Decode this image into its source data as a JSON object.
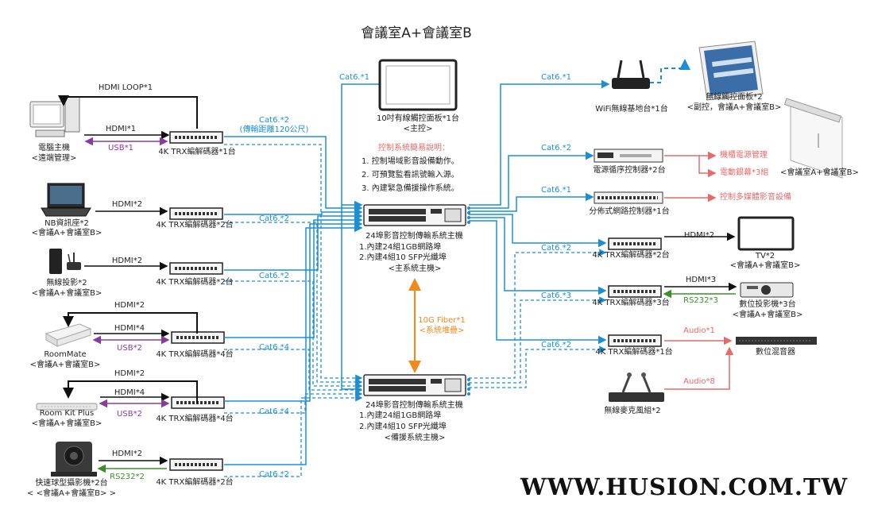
{
  "title": "會議室A+會議室B",
  "brand": "WWW.HUSION.COM.TW",
  "center": {
    "panel_label": "10吋有線觸控面板*1台",
    "panel_sub": "<主控>",
    "panel_cable": "Cat6.*1",
    "notes_title": "控制系統簡易說明：",
    "notes": [
      "1. 控制場域影音設備動作。",
      "2. 可預覽監看訊號輸入源。",
      "3. 內建緊急備援操作系統。"
    ],
    "main_title": "24埠影音控制傳輸系統主機",
    "main_l1": "1.內建24組1GB網路埠",
    "main_l2": "2.內建4組10 SFP光纖埠",
    "main_sub": "<主系統主機>",
    "backup_title": "24埠影音控制傳輸系統主機",
    "backup_l1": "1.內建24組1GB網路埠",
    "backup_l2": "2.內建4組10 SFP光纖埠",
    "backup_sub": "<備援系統主機>",
    "fiber_label": "10G Fiber*1",
    "fiber_sub": "<系統堆疊>"
  },
  "left": {
    "pc_label": "電腦主機",
    "pc_sub": "<遠端管理>",
    "hdmi_loop1": "HDMI LOOP*1",
    "pc_hdmi": "HDMI*1",
    "pc_usb": "USB*1",
    "enc1": "4K TRX編解碼器*1台",
    "cat_enc1": "Cat6.*2",
    "cat_enc1_note": "(傳輸距離120公尺)",
    "nb_label": "NB資訊座*2",
    "nb_sub": "<會議A+會議室B>",
    "nb_hdmi": "HDMI*2",
    "enc2": "4K TRX編解碼器*2台",
    "cat_enc2": "Cat6.*2",
    "proj_label": "無線投影*2",
    "proj_sub": "<會議A+會議室B>",
    "proj_hdmi": "HDMI*2",
    "enc3": "4K TRX編解碼器*2台",
    "cat_enc3": "Cat6.*2",
    "rm_hdmi_top": "HDMI*2",
    "rm_hdmi": "HDMI*4",
    "rm_usb": "USB*2",
    "rm_label": "RoomMate",
    "rm_sub": "<會議A+會議室B>",
    "enc4": "4K TRX編解碼器*4台",
    "cat_enc4": "Cat6.*4",
    "rk_hdmi_top": "HDMI*2",
    "rk_hdmi": "HDMI*4",
    "rk_usb": "USB*2",
    "rk_label": "Room Kit Plus",
    "rk_sub": "<會議A+會議室B>",
    "enc5": "4K TRX編解碼器*4台",
    "cat_enc5": "Cat6.*4",
    "cam_hdmi": "HDMI*2",
    "cam_rs": "RS232*2",
    "cam_label": "快速球型攝影機*2台",
    "cam_sub": "< <會議A+會議室B> >",
    "enc6": "4K TRX編解碼器*2台",
    "cat_enc6": "Cat6.*2"
  },
  "right": {
    "wifi_cat": "Cat6.*1",
    "wifi_label": "WiFi無線基地台*1台",
    "tablet_label": "無線觸控面板*2",
    "tablet_sub": "<副控，會議A+會議室B>",
    "power_cat": "Cat6.*2",
    "power_label": "電源循序控制器*2台",
    "power_out1": "機櫃電源管理",
    "power_out2": "電動銀幕*3組",
    "screen_sub": "<會議室A+會議室B>",
    "net_cat": "Cat6.*1",
    "net_label": "分佈式網路控制器*1台",
    "net_out": "控制多媒體影音設備",
    "tv_cat": "Cat6.*2",
    "tv_enc": "4K TRX編解碼器*2台",
    "tv_hdmi": "HDMI*2",
    "tv_label": "TV*2",
    "tv_sub": "<會議A+會議室B>",
    "pj_cat": "Cat6.*3",
    "pj_enc": "4K TRX編解碼器*3台",
    "pj_hdmi": "HDMI*3",
    "pj_rs": "RS232*3",
    "pj_label": "數位投影機*3台",
    "pj_sub": "<會議A+會議室B>",
    "au_cat": "Cat6.*2",
    "au_enc": "4K TRX編解碼器*1台",
    "au_audio1": "Audio*1",
    "mixer_label": "數位混音器",
    "au_audio8": "Audio*8",
    "mic_label": "無線麥克風組*2"
  },
  "colors": {
    "blue": "#1a8fd6",
    "purple": "#8a3aa0",
    "green": "#3b8f2a",
    "red": "#e66a6a",
    "orange": "#f08a1c",
    "black": "#111111"
  }
}
